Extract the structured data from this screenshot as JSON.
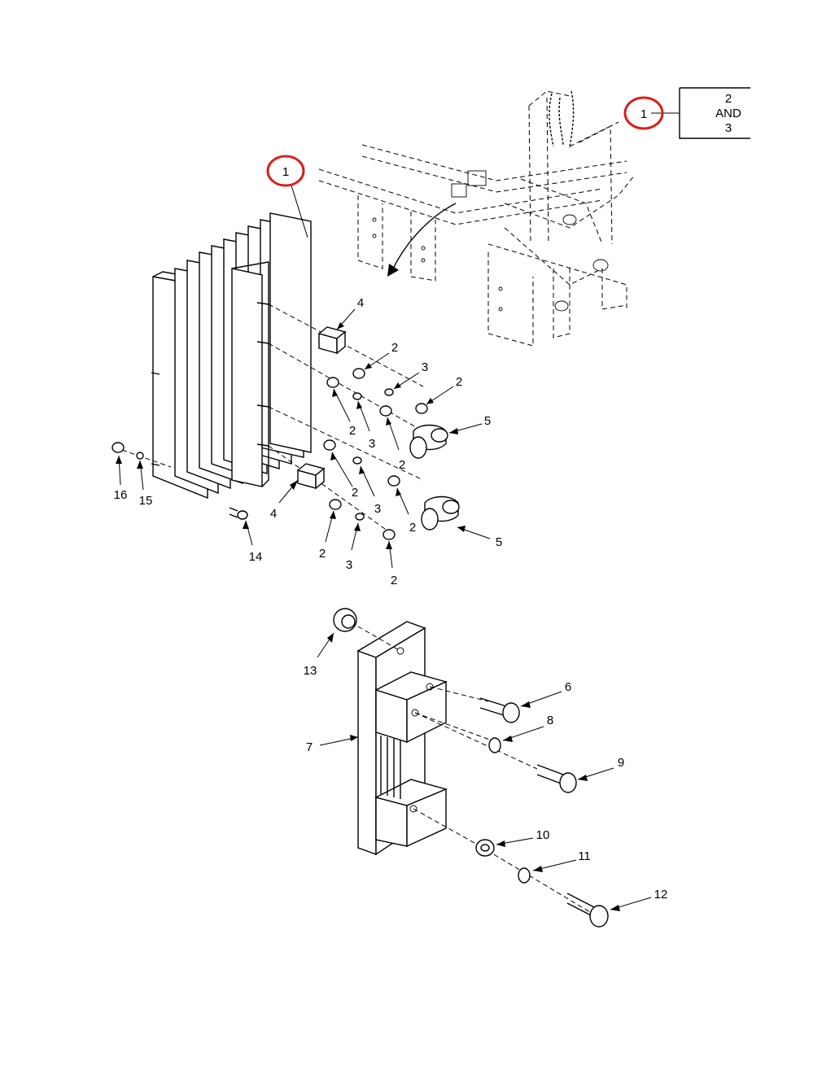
{
  "reference_box": {
    "text_top": "2",
    "text_mid": "AND",
    "text_bot": "3",
    "circled_label": "1"
  },
  "circled_item": "1",
  "callouts": {
    "c4a": "4",
    "c2a": "2",
    "c3a": "3",
    "c2b": "2",
    "c2c": "2",
    "c3b": "3",
    "c2d": "2",
    "c5a": "5",
    "c16": "16",
    "c15": "15",
    "c4b": "4",
    "c2e": "2",
    "c3c": "3",
    "c2f": "2",
    "c5b": "5",
    "c14": "14",
    "c2g": "2",
    "c3d": "3",
    "c2h": "2",
    "c13": "13",
    "c6": "6",
    "c8": "8",
    "c7": "7",
    "c9": "9",
    "c10": "10",
    "c11": "11",
    "c12": "12"
  },
  "colors": {
    "ink": "#000000",
    "highlight_ring": "#d81e1e",
    "background": "#ffffff"
  }
}
